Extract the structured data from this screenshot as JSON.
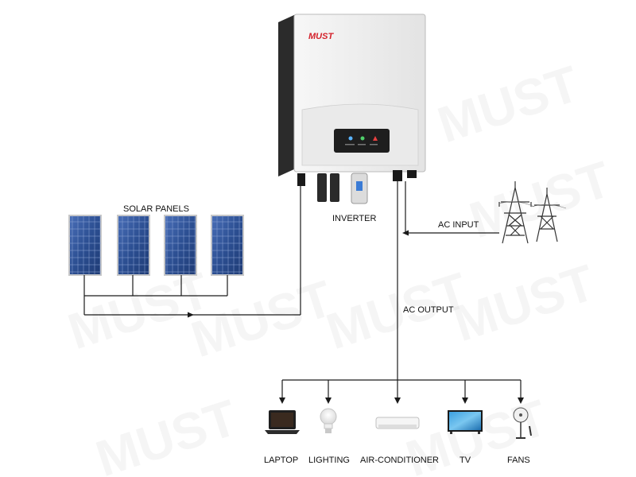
{
  "brand": "MUST",
  "watermark_text": "MUST",
  "labels": {
    "solar_panels": "SOLAR PANELS",
    "inverter": "INVERTER",
    "ac_input": "AC INPUT",
    "ac_output": "AC OUTPUT"
  },
  "loads": [
    {
      "label": "LAPTOP",
      "icon": "laptop-icon"
    },
    {
      "label": "LIGHTING",
      "icon": "bulb-icon"
    },
    {
      "label": "AIR-CONDITIONER",
      "icon": "air-conditioner-icon"
    },
    {
      "label": "TV",
      "icon": "tv-icon"
    },
    {
      "label": "FANS",
      "icon": "fan-icon"
    }
  ],
  "colors": {
    "brand_red": "#d4202a",
    "panel_blue": "#2c4f92",
    "inverter_body": "#f2f2f2",
    "inverter_side": "#2b2b2b"
  }
}
